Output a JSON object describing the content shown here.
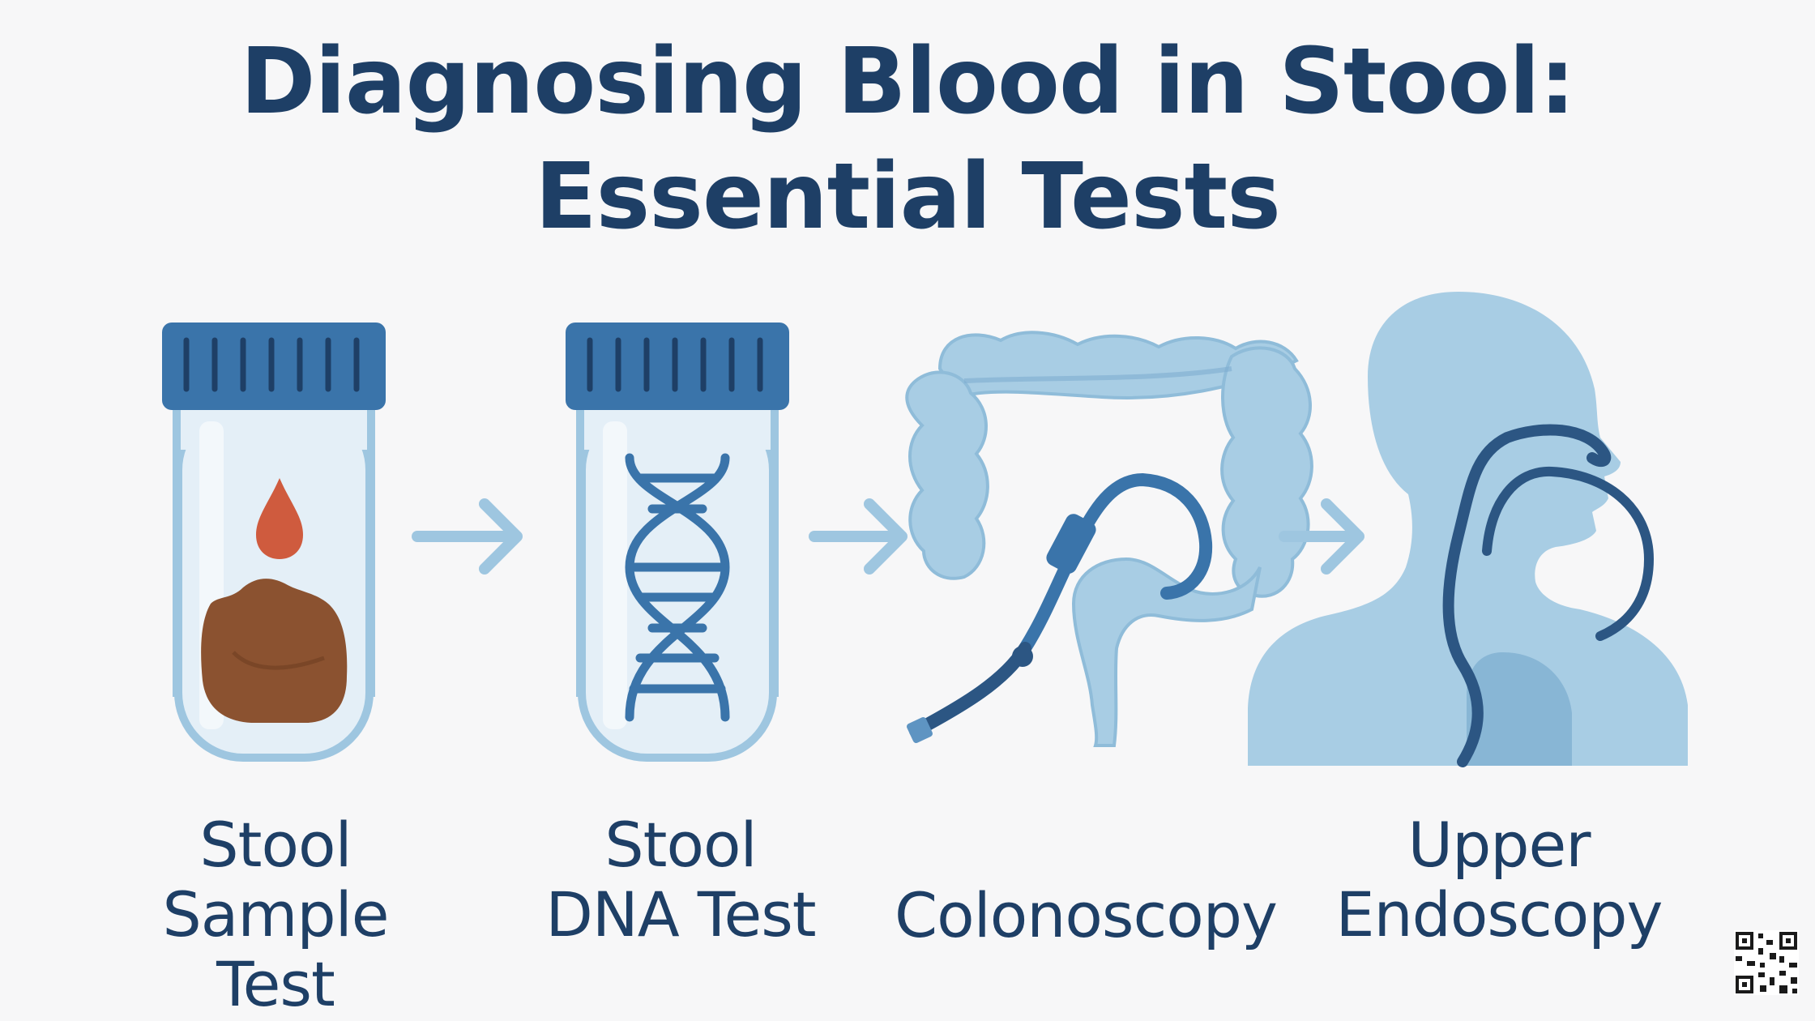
{
  "title": {
    "line1": "Diagnosing Blood in Stool:",
    "line2": "Essential Tests"
  },
  "steps": [
    {
      "label": "Stool\nSample\nTest",
      "icon": "stool-sample-jar-icon"
    },
    {
      "label": "Stool\nDNA Test",
      "icon": "dna-jar-icon"
    },
    {
      "label": "Colonoscopy",
      "icon": "colon-scope-icon"
    },
    {
      "label": "Upper\nEndoscopy",
      "icon": "head-endoscope-icon"
    }
  ],
  "colors": {
    "title": "#1e3f66",
    "lid": "#3a74aa",
    "light_blue": "#9ec6e0",
    "dark_blue": "#2c5683",
    "blood": "#cf5b3e",
    "stool": "#8b5230",
    "background": "#f7f7f8"
  }
}
